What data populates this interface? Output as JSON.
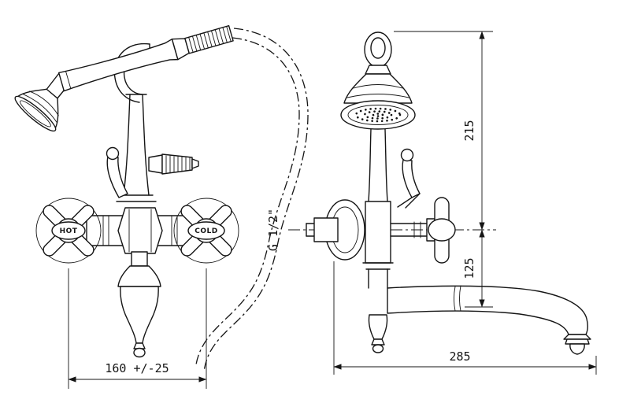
{
  "drawing": {
    "background": "#ffffff",
    "line_color": "#151515"
  },
  "front_view": {
    "hot_label": "HOT",
    "cold_label": "COLD",
    "center_distance_label": "160 +/-25"
  },
  "side_view": {
    "thread_label": "G 1/2\"",
    "shower_height_label": "215",
    "spout_drop_label": "125",
    "spout_reach_label": "285"
  }
}
